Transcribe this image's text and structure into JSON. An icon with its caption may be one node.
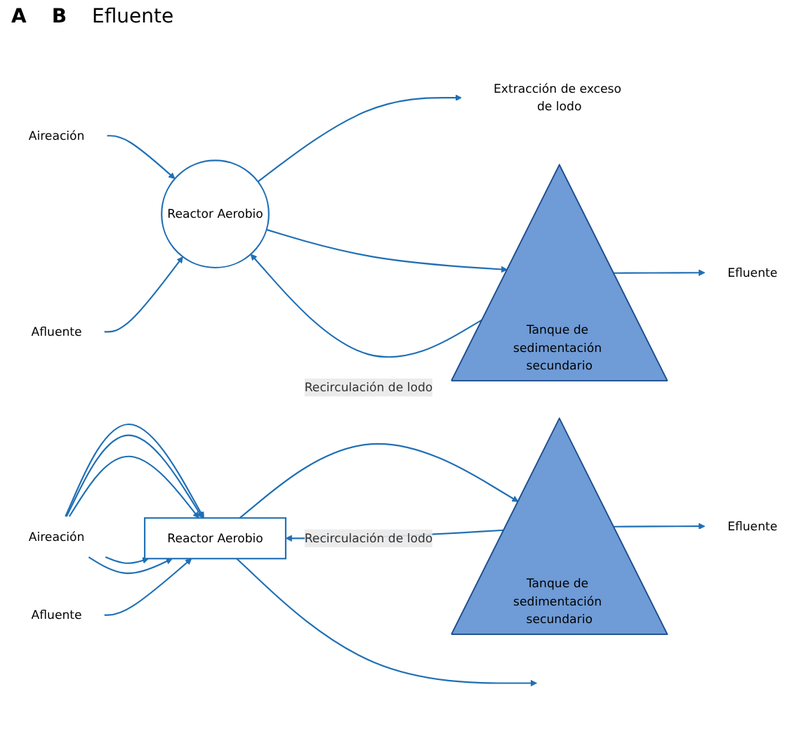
{
  "diagram": {
    "nodes": [
      {
        "text": [
          "Aireación"
        ]
      },
      {
        "text": [
          "Extracción de exceso de lodo"
        ]
      },
      {
        "text": [
          "Afluente"
        ]
      },
      {
        "text": [
          "Reactor Aerobio"
        ]
      },
      {
        "text": [
          "Tanque de sedimentación secundario"
        ]
      },
      {
        "text": [
          "Efluente"
        ]
      },
      {
        "text": [
          "Aireación"
        ]
      },
      {
        "text": [
          "Afluente"
        ]
      },
      {
        "text": [
          "Reactor Aerobio"
        ]
      },
      {
        "text": [
          "Tanque de sedimentación secundario"
        ]
      },
      {
        "text": [
          "Efluente"
        ]
      }
    ],
    "edges": [
      {
        "from": 0,
        "to": 3,
        "arrow": "to"
      },
      {
        "from": 2,
        "to": 3,
        "arrow": "to"
      },
      {
        "from": 3,
        "to": 4,
        "arrow": "to"
      },
      {
        "from": 3,
        "to": 1,
        "arrow": "to"
      },
      {
        "from": 4,
        "to": 5,
        "arrow": "to"
      },
      {
        "from": 4,
        "to": 3,
        "arrow": "to",
        "label": "Recirculación de lodo"
      },
      {
        "from": 6,
        "to": 8,
        "arrow": "to"
      },
      {
        "from": 6,
        "to": 8,
        "arrow": "to"
      },
      {
        "from": 6,
        "to": 8,
        "arrow": "to"
      },
      {
        "from": 6,
        "to": 8,
        "arrow": "to"
      },
      {
        "from": 6,
        "to": 8,
        "arrow": "to"
      },
      {
        "from": 7,
        "to": 8,
        "arrow": "to"
      },
      {
        "from": 8,
        "to": 9,
        "arrow": "to"
      },
      {
        "from": 8,
        "to": null,
        "arrow": "to"
      },
      {
        "from": 9,
        "to": 10,
        "arrow": "to"
      },
      {
        "from": 9,
        "to": 8,
        "arrow": "to",
        "label": "Recirculación de lodo"
      }
    ],
    "labels": [
      "A",
      "B",
      "Efluente"
    ]
  }
}
